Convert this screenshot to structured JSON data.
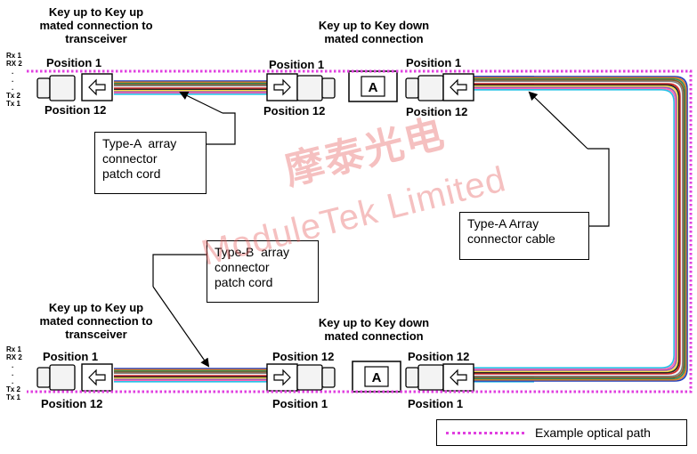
{
  "top": {
    "left_heading": [
      "Key up to Key up",
      "mated connection to",
      "transceiver"
    ],
    "center_heading": [
      "Key up to Key down",
      "mated connection"
    ],
    "pos_a": "Position 1",
    "pos_b": "Position 12",
    "pos_c": "Position 1",
    "pos_d": "Position 12",
    "pos_e": "Position 1",
    "pos_f": "Position 12",
    "pins": [
      "Rx 1",
      "RX 2",
      ".",
      ".",
      ".",
      "Tx 2",
      "Tx 1"
    ]
  },
  "bottom": {
    "left_heading": [
      "Key up to Key up",
      "mated connection to",
      "transceiver"
    ],
    "center_heading": [
      "Key up to Key down",
      "mated connection"
    ],
    "pos_a": "Position 1",
    "pos_b": "Position 12",
    "pos_c": "Position 12",
    "pos_d": "Position 1",
    "pos_e": "Position 12",
    "pos_f": "Position 1",
    "pins": [
      "Rx 1",
      "RX 2",
      ".",
      ".",
      ".",
      "Tx 2",
      "Tx 1"
    ]
  },
  "callouts": {
    "type_a_cord": [
      "Type-A  array",
      "connector",
      "patch cord"
    ],
    "type_b_cord": [
      "Type-B  array",
      "connector",
      "patch cord"
    ],
    "type_a_cable": [
      "Type-A Array",
      "connector cable"
    ]
  },
  "adapter_label": "A",
  "legend": {
    "label": "Example optical path",
    "color": "#e040e0"
  },
  "watermark": {
    "chinese": "摩泰光电",
    "english": "ModuleTek Limited"
  },
  "colors": {
    "fibers": [
      "#1f3fbf",
      "#e67e22",
      "#2e8b57",
      "#8b5a2b",
      "#808080",
      "#f4f4f4",
      "#d62728",
      "#222222",
      "#f1e04b",
      "#9b59b6",
      "#ff69b4",
      "#27c3e8"
    ],
    "path": "#e040e0"
  }
}
